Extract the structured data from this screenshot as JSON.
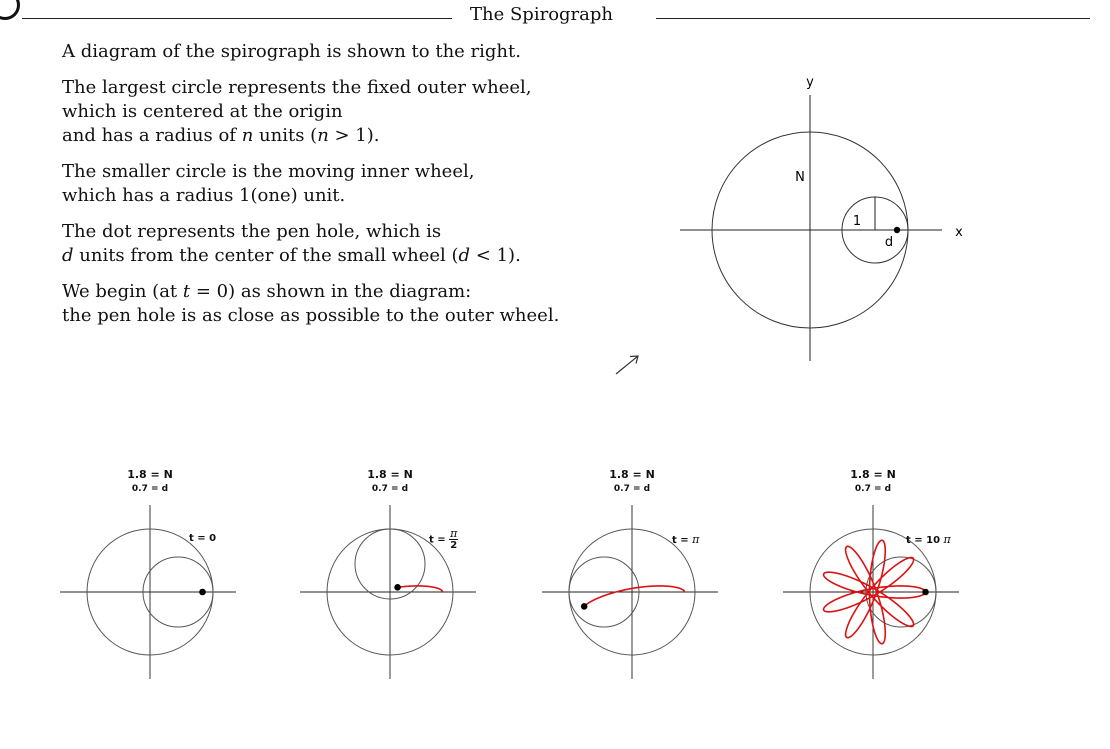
{
  "title": "The Spirograph",
  "intro": {
    "p1": "A diagram of the spirograph is shown to the right.",
    "p2_line1": "The largest circle represents the fixed outer wheel,",
    "p2_line2": "which is centered at the origin",
    "p2_line3_pre": "and has a radius of ",
    "p2_line3_var": "n",
    "p2_line3_mid": " units (",
    "p2_line3_cond": "n",
    "p2_line3_post": " > 1).",
    "p3_line1": "The smaller circle is the moving inner wheel,",
    "p3_line2": "which has a radius 1(one) unit.",
    "p4_line1": "The dot represents the pen hole, which is",
    "p4_line2_var": "d",
    "p4_line2_mid": " units from the center of the small wheel (",
    "p4_line2_cond": "d",
    "p4_line2_post": " < 1).",
    "p5_line1_pre": "We begin (at ",
    "p5_line1_var": "t",
    "p5_line1_post": " = 0) as shown in the diagram:",
    "p5_line2": "the pen hole is as close as possible to the outer wheel."
  },
  "main_diagram": {
    "label_y": "y",
    "label_x": "x",
    "label_N": "N",
    "label_1": "1",
    "label_d": "d"
  },
  "panels": [
    {
      "n_label": "1.8 = N",
      "d_label": "0.7 = d",
      "t_prefix": "t = ",
      "t_pi_num": "",
      "t_value": "0",
      "t_pi": "",
      "t_den": ""
    },
    {
      "n_label": "1.8 = N",
      "d_label": "0.7 = d",
      "t_prefix": "t = ",
      "t_pi_num": "π",
      "t_value": "",
      "t_pi": "",
      "t_den": "2"
    },
    {
      "n_label": "1.8 = N",
      "d_label": "0.7 = d",
      "t_prefix": "t = ",
      "t_pi_num": "",
      "t_value": "",
      "t_pi": "π",
      "t_den": ""
    },
    {
      "n_label": "1.8 = N",
      "d_label": "0.7 = d",
      "t_prefix": "t = ",
      "t_pi_num": "",
      "t_value": "10 ",
      "t_pi": "π",
      "t_den": ""
    }
  ],
  "colors": {
    "axis": "#222222",
    "circle": "#555555",
    "curve": "#dd1111",
    "dot": "#000000"
  }
}
